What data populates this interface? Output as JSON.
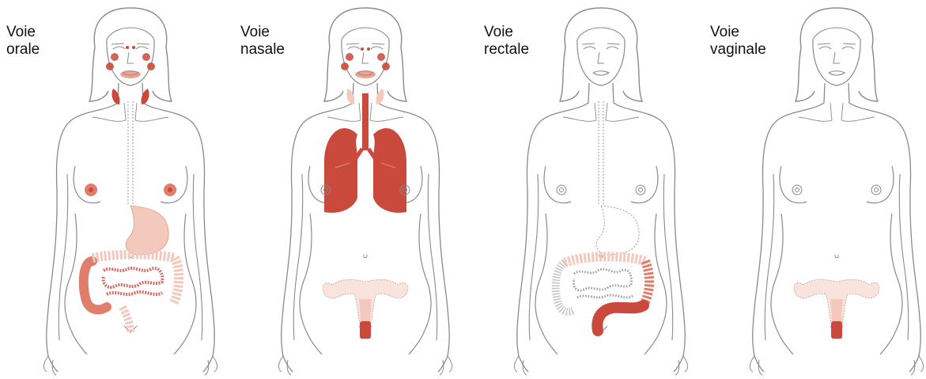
{
  "panels": [
    {
      "id": "orale",
      "line1": "Voie",
      "line2": "orale"
    },
    {
      "id": "nasale",
      "line1": "Voie",
      "line2": "nasale"
    },
    {
      "id": "rectale",
      "line1": "Voie",
      "line2": "rectale"
    },
    {
      "id": "vaginale",
      "line1": "Voie",
      "line2": "vaginale"
    }
  ],
  "colors": {
    "outline": "#8a8a8a",
    "strong": "#c94a3c",
    "medium": "#e07e6c",
    "light": "#f3c8bd",
    "faint": "#f9e4dd",
    "dotted": "#9a9a9a"
  }
}
